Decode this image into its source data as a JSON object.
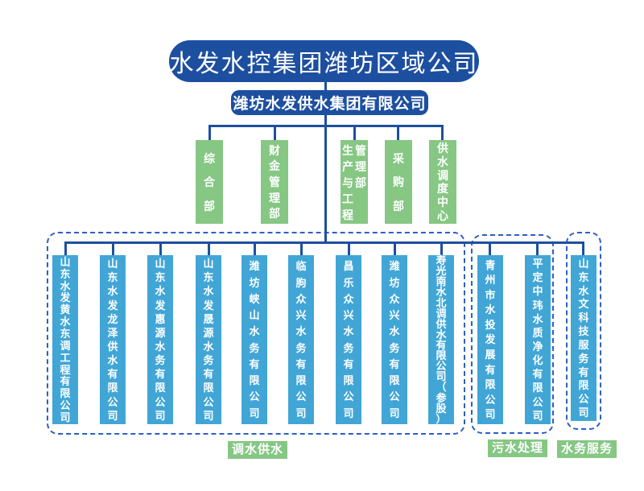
{
  "org": {
    "root": "水发水控集团潍坊区域公司",
    "subsidiary": "潍坊水发供水集团有限公司",
    "departments": [
      "综合部",
      "财金管理部",
      "生产与工程管理部",
      "采购部",
      "供水调度中心"
    ],
    "groups": [
      {
        "label": "调水供水",
        "companies": [
          "山东水发黄水东调工程有限公司",
          "山东水发龙泽供水有限公司",
          "山东水发惠源水务有限公司",
          "山东水发晟源水务有限公司",
          "潍坊峡山水务有限公司",
          "临朐众兴水务有限公司",
          "昌乐众兴水务有限公司",
          "潍坊众兴水务有限公司",
          "寿光南水北调供水有限公司（参股）"
        ]
      },
      {
        "label": "污水处理",
        "companies": [
          "青州市水投发展有限公司",
          "平定中玮水质净化有限公司"
        ]
      },
      {
        "label": "水务服务",
        "companies": [
          "山东水文科技服务有限公司"
        ]
      }
    ],
    "colors": {
      "navy": "#1d4fa0",
      "green": "#85c783",
      "cyan": "#41a6d6",
      "dashed_border": "#2d5fc5",
      "text": "#ffffff"
    }
  }
}
